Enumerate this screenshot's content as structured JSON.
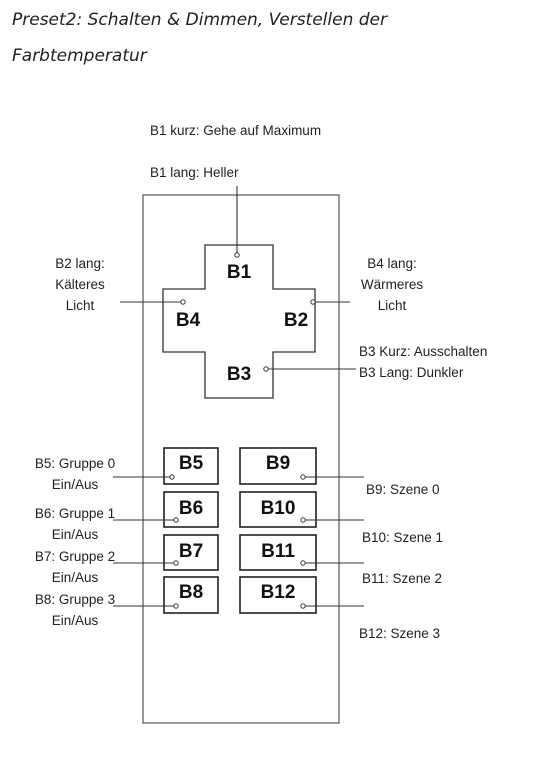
{
  "title": {
    "line1": "Preset2: Schalten & Dimmen, Verstellen der",
    "line2": "Farbtemperatur"
  },
  "buttons": {
    "b1": "B1",
    "b2": "B2",
    "b3": "B3",
    "b4": "B4",
    "b5": "B5",
    "b6": "B6",
    "b7": "B7",
    "b8": "B8",
    "b9": "B9",
    "b10": "B10",
    "b11": "B11",
    "b12": "B12"
  },
  "annotations": {
    "b1_short": "B1 kurz: Gehe auf Maximum",
    "b1_long": "B1 lang: Heller",
    "b2_long": {
      "l1": "B2 lang:",
      "l2": "Kälteres",
      "l3": "Licht"
    },
    "b4_long": {
      "l1": "B4 lang:",
      "l2": "Wärmeres",
      "l3": "Licht"
    },
    "b3_short": "B3 Kurz: Ausschalten",
    "b3_long": "B3 Lang: Dunkler",
    "b5": {
      "l1": "B5: Gruppe 0",
      "l2": "Ein/Aus"
    },
    "b6": {
      "l1": "B6: Gruppe 1",
      "l2": "Ein/Aus"
    },
    "b7": {
      "l1": "B7: Gruppe 2",
      "l2": "Ein/Aus"
    },
    "b8": {
      "l1": "B8: Gruppe 3",
      "l2": "Ein/Aus"
    },
    "b9": "B9: Szene 0",
    "b10": "B10: Szene 1",
    "b11": "B11: Szene 2",
    "b12": "B12: Szene 3"
  }
}
